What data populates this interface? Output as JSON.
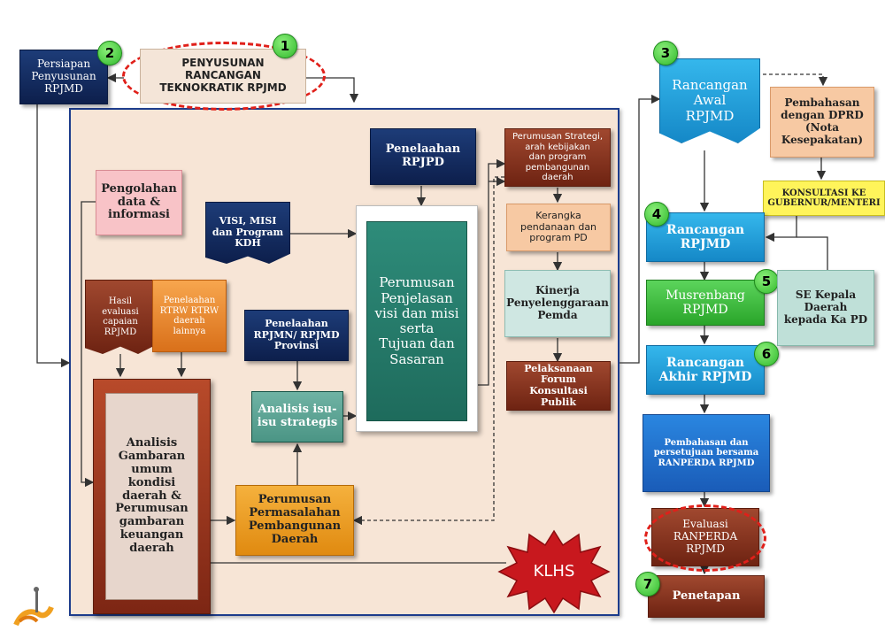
{
  "colors": {
    "navy": "#14306a",
    "orange": "#e88a30",
    "brown": "#8a3520",
    "teal": "#267a6a",
    "cyan": "#20a0dc",
    "green": "#3cbf3c",
    "yellow": "#fff45a",
    "panel_bg": "#f7e5d6",
    "panel_border": "#1c3c8c",
    "badge_green": "#3fc83a",
    "dashed_red": "#e0201a",
    "klhs_red": "#c8181e"
  },
  "badges": [
    "1",
    "2",
    "3",
    "4",
    "5",
    "6",
    "7"
  ],
  "nodes": {
    "penyusunan_rancangan": "PENYUSUNAN\nRANCANGAN\nTEKNOKRATIK RPJMD",
    "persiapan": "Persiapan\nPenyusunan\nRPJMD",
    "penelaahan_rpjpd": "Penelaahan\nRPJPD",
    "perumusan_strategi": "Perumusan Strategi,\narah kebijakan\ndan program\npembangunan daerah",
    "kerangka_pendanaan": "Kerangka\npendanaan dan\nprogram PD",
    "kinerja": "Kinerja\nPenyelenggaraan\nPemda",
    "pelaksanaan_forum": "Pelaksanaan\nForum Konsultasi\nPublik",
    "pengolahan_data": "Pengolahan\ndata &\ninformasi",
    "visi_misi": "VISI, MISI\ndan Program\nKDH",
    "perumusan_penjelasan": "Perumusan\nPenjelasan\nvisi dan misi\nserta\nTujuan dan\nSasaran",
    "hasil_evaluasi": "Hasil\nevaluasi\ncapaian\nRPJMD",
    "penelaahan_rtrw": "Penelaahan\nRTRW RTRW\ndaerah\nlainnya",
    "penelaahan_rpjmn": "Penelaahan\nRPJMN/ RPJMD\nProvinsi",
    "analisis_isu": "Analisis isu-\nisu strategis",
    "analisis_gambaran": "Analisis\nGambaran\numum\nkondisi\ndaerah &\nPerumusan\ngambaran\nkeuangan\ndaerah",
    "perumusan_permasalahan": "Perumusan\nPermasalahan\nPembangunan\nDaerah",
    "klhs": "KLHS",
    "rancangan_awal": "Rancangan\nAwal\nRPJMD",
    "pembahasan_dprd": "Pembahasan\ndengan DPRD\n(Nota\nKesepakatan)",
    "konsultasi": "KONSULTASI KE\nGUBERNUR/MENTERI",
    "rancangan_rpjmd": "Rancangan\nRPJMD",
    "musrenbang": "Musrenbang\nRPJMD",
    "se_kepala": "SE Kepala\nDaerah\nkepada Ka PD",
    "rancangan_akhir": "Rancangan\nAkhir RPJMD",
    "pembahasan_persetujuan": "Pembahasan dan\npersetujuan bersama\nRANPERDA RPJMD",
    "evaluasi_ranperda": "Evaluasi\nRANPERDA\nRPJMD",
    "penetapan": "Penetapan"
  }
}
